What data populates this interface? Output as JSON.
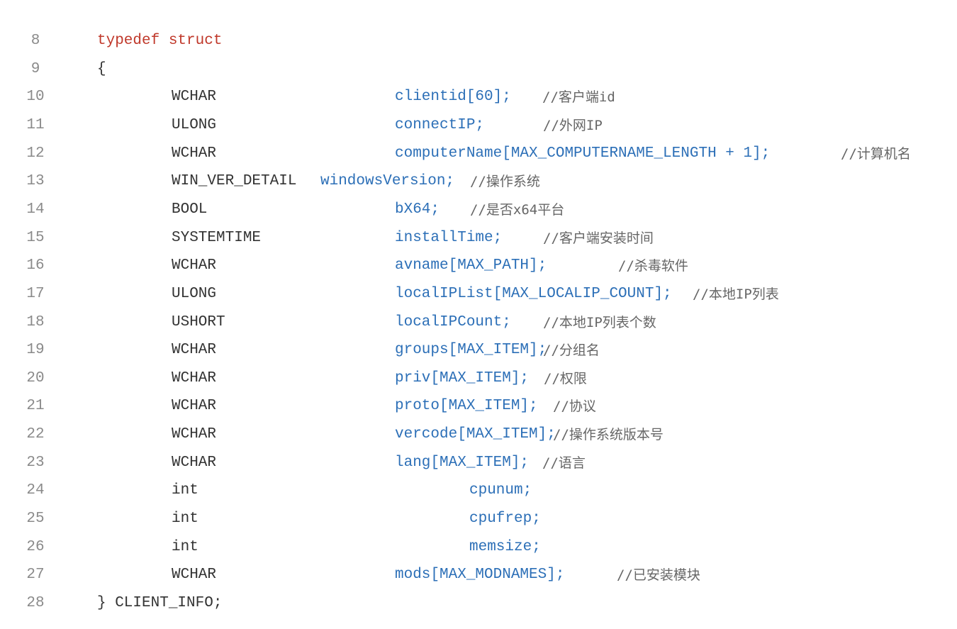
{
  "code": {
    "header": {
      "num": "8",
      "keyword": "typedef struct"
    },
    "open": {
      "num": "9",
      "text": "{"
    },
    "lines": [
      {
        "num": "10",
        "type": "WCHAR",
        "field": "clientid[60];",
        "comment": "//客户端id"
      },
      {
        "num": "11",
        "type": "ULONG",
        "field": "connectIP;",
        "comment": "//外网IP"
      },
      {
        "num": "12",
        "type": "WCHAR",
        "field": "computerName[MAX_COMPUTERNAME_LENGTH + 1];",
        "comment": "//计算机名"
      },
      {
        "num": "13",
        "type": "WIN_VER_DETAIL",
        "field": "windowsVersion;",
        "comment": "//操作系统"
      },
      {
        "num": "14",
        "type": "BOOL",
        "field": "bX64;",
        "comment": "//是否x64平台"
      },
      {
        "num": "15",
        "type": "SYSTEMTIME",
        "field": "installTime;",
        "comment": "//客户端安装时间"
      },
      {
        "num": "16",
        "type": "WCHAR",
        "field": "avname[MAX_PATH];",
        "comment": "//杀毒软件"
      },
      {
        "num": "17",
        "type": "ULONG",
        "field": "localIPList[MAX_LOCALIP_COUNT];",
        "comment": "//本地IP列表"
      },
      {
        "num": "18",
        "type": "USHORT",
        "field": "localIPCount;",
        "comment": "//本地IP列表个数"
      },
      {
        "num": "19",
        "type": "WCHAR",
        "field": "groups[MAX_ITEM];",
        "comment": "//分组名"
      },
      {
        "num": "20",
        "type": "WCHAR",
        "field": "priv[MAX_ITEM];",
        "comment": "//权限"
      },
      {
        "num": "21",
        "type": "WCHAR",
        "field": "proto[MAX_ITEM];",
        "comment": "//协议"
      },
      {
        "num": "22",
        "type": "WCHAR",
        "field": "vercode[MAX_ITEM];",
        "comment": "//操作系统版本号"
      },
      {
        "num": "23",
        "type": "WCHAR",
        "field": "lang[MAX_ITEM];",
        "comment": "//语言"
      },
      {
        "num": "24",
        "type": "int",
        "field": "cpunum;"
      },
      {
        "num": "25",
        "type": "int",
        "field": "cpufrep;"
      },
      {
        "num": "26",
        "type": "int",
        "field": "memsize;"
      },
      {
        "num": "27",
        "type": "WCHAR",
        "field": "mods[MAX_MODNAMES];",
        "comment": "//已安装模块"
      }
    ],
    "close": {
      "num": "28",
      "text": "} CLIENT_INFO;"
    }
  }
}
